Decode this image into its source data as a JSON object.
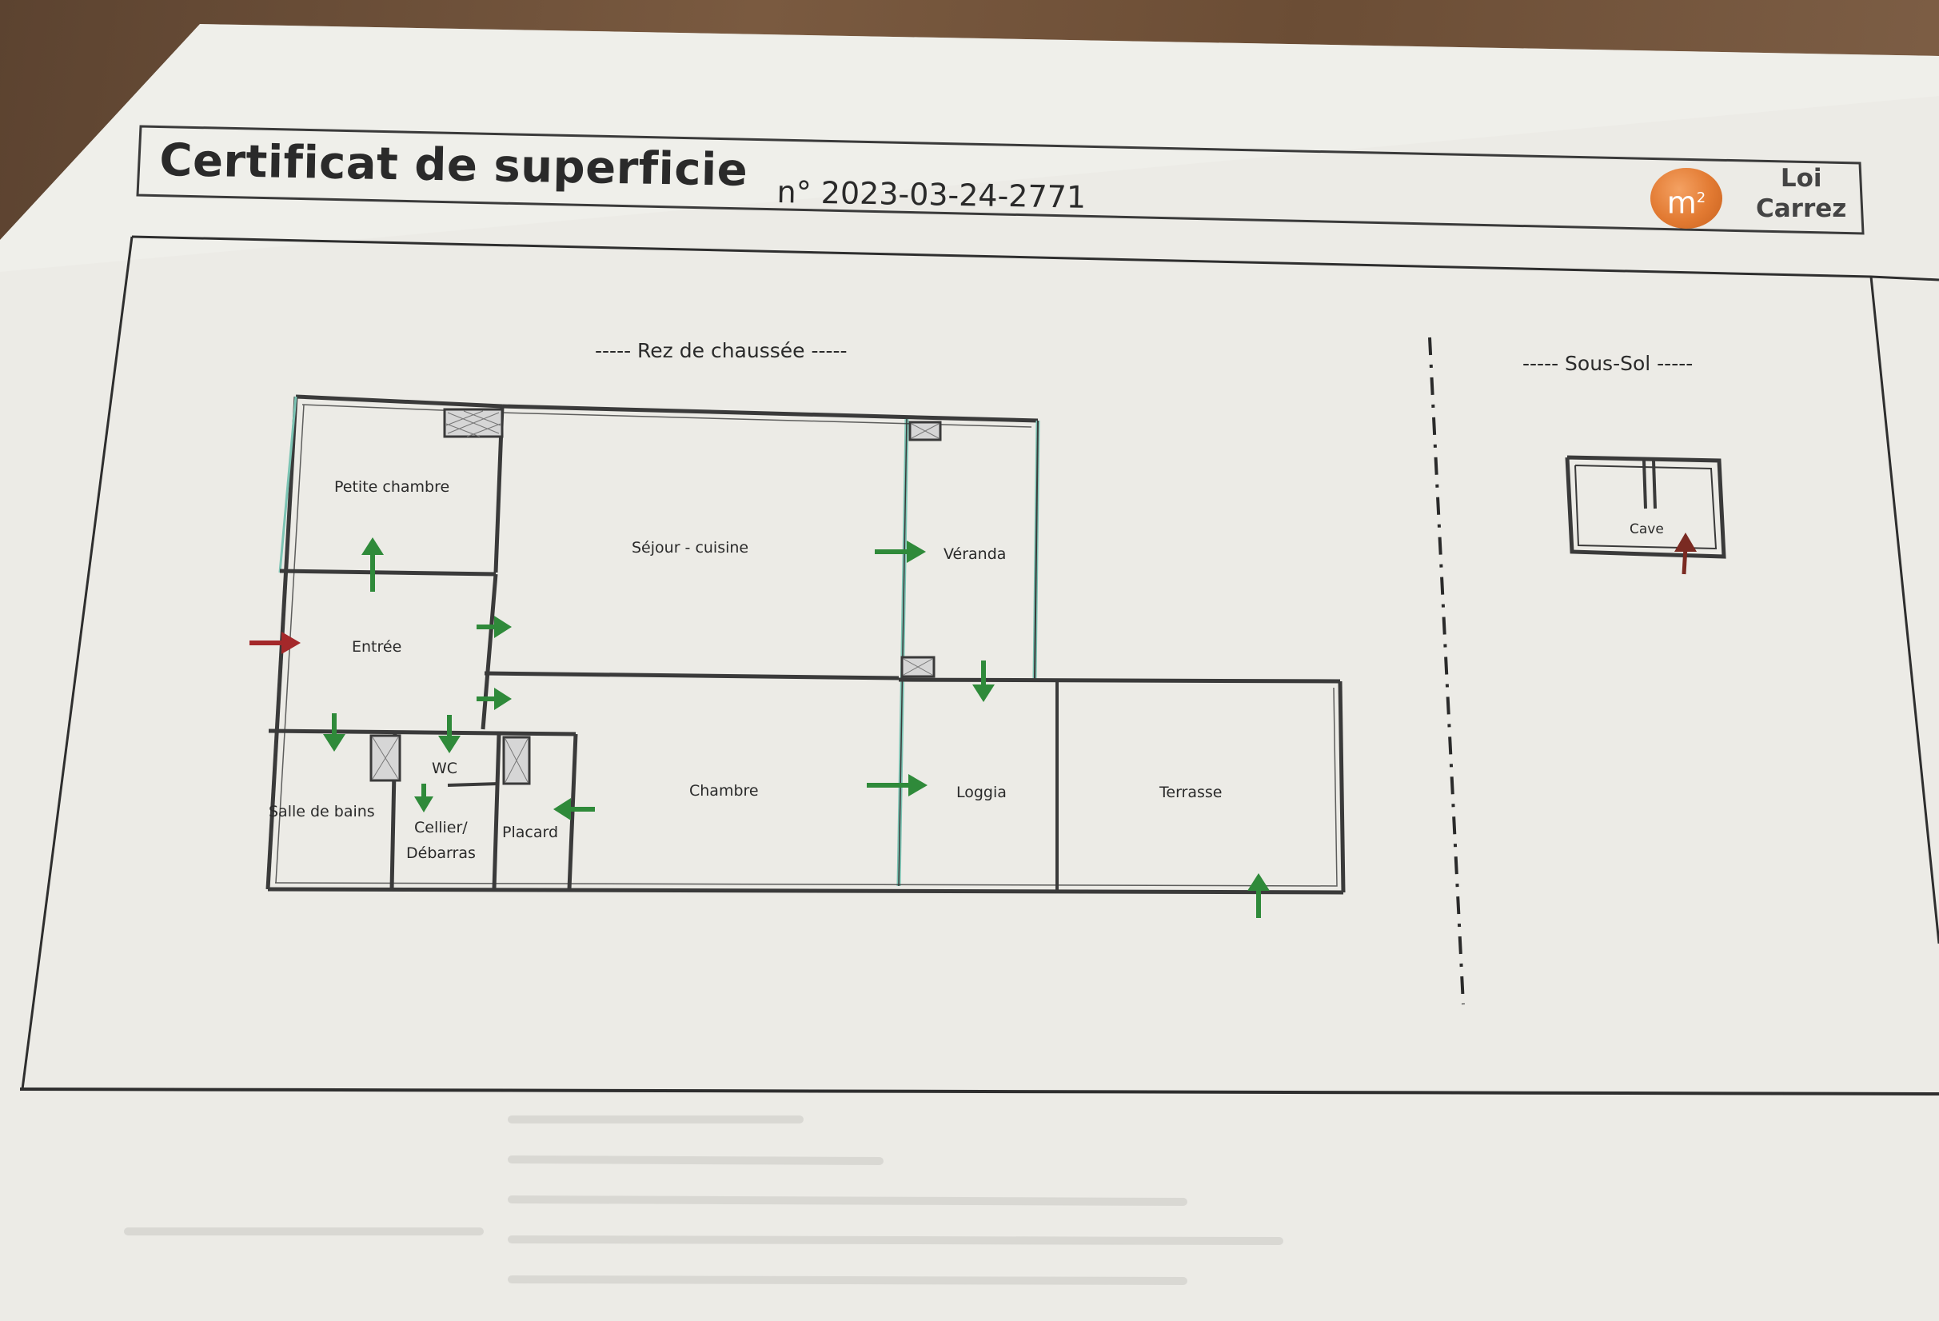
{
  "header": {
    "title": "Certificat de superficie",
    "number": "n° 2023-03-24-2771",
    "badge": "m",
    "badge_sup": "2",
    "loi_line1": "Loi",
    "loi_line2": "Carrez"
  },
  "plan": {
    "ground_floor_label": "----- Rez de chaussée -----",
    "basement_label": "----- Sous-Sol -----",
    "rooms": {
      "petite_chambre": "Petite chambre",
      "sejour_cuisine": "Séjour - cuisine",
      "veranda": "Véranda",
      "entree": "Entrée",
      "wc": "WC",
      "salle_de_bains": "Salle de bains",
      "cellier_line1": "Cellier/",
      "cellier_line2": "Débarras",
      "placard": "Placard",
      "chambre": "Chambre",
      "loggia": "Loggia",
      "terrasse": "Terrasse",
      "cave": "Cave"
    }
  },
  "colors": {
    "wall": "#3a3a3a",
    "green_arrow": "#2f8a3a",
    "red_arrow": "#a4282a",
    "glass_wall": "#7cc4b4",
    "badge": "#e27a32"
  }
}
